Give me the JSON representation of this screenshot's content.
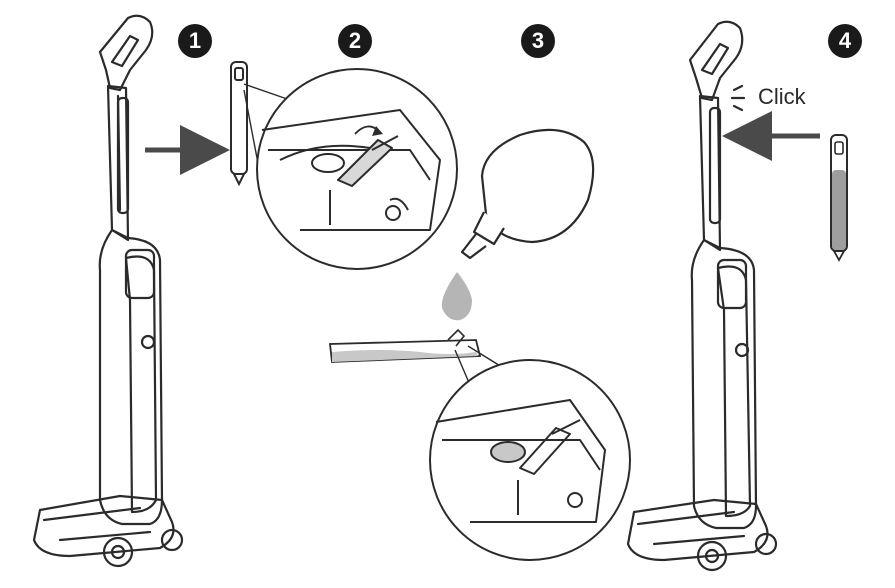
{
  "steps": [
    {
      "number": "1"
    },
    {
      "number": "2"
    },
    {
      "number": "3"
    },
    {
      "number": "4"
    }
  ],
  "click_label": "Click",
  "colors": {
    "line": "#2b2b2b",
    "liquid": "#c8c8c8",
    "drop": "#b5b5b5",
    "badge": "#1a1a1a",
    "arrow": "#4a4a4a"
  }
}
